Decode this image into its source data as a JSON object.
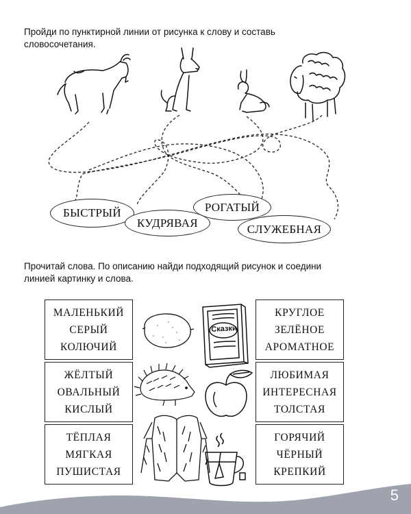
{
  "task1": {
    "instruction_line1": "Пройди по пунктирной линии от рисунка к слову и составь",
    "instruction_line2": "словосочетания.",
    "animals": [
      "goat-icon",
      "dog-icon",
      "rabbit-icon",
      "sheep-icon"
    ],
    "words": [
      "БЫСТРЫЙ",
      "КУДРЯВАЯ",
      "РОГАТЫЙ",
      "СЛУЖЕБНАЯ"
    ]
  },
  "task2": {
    "instruction_line1": "Прочитай слова. По описанию найди подходящий рисунок и соедини",
    "instruction_line2": "линией картинку и слова.",
    "left_boxes": [
      [
        "МАЛЕНЬКИЙ",
        "СЕРЫЙ",
        "КОЛЮЧИЙ"
      ],
      [
        "ЖЁЛТЫЙ",
        "ОВАЛЬНЫЙ",
        "КИСЛЫЙ"
      ],
      [
        "ТЁПЛАЯ",
        "МЯГКАЯ",
        "ПУШИСТАЯ"
      ]
    ],
    "right_boxes": [
      [
        "КРУГЛОЕ",
        "ЗЕЛЁНОЕ",
        "АРОМАТНОЕ"
      ],
      [
        "ЛЮБИМАЯ",
        "ИНТЕРЕСНАЯ",
        "ТОЛСТАЯ"
      ],
      [
        "ГОРЯЧИЙ",
        "ЧЁРНЫЙ",
        "КРЕПКИЙ"
      ]
    ],
    "book_title": "Сказки",
    "pictures": [
      "lemon-icon",
      "book-icon",
      "hedgehog-icon",
      "apple-icon",
      "fur-coat-icon",
      "tea-cup-icon"
    ]
  },
  "page_number": "5",
  "colors": {
    "footer_wave": "#9ea3ad",
    "ink": "#111111"
  }
}
